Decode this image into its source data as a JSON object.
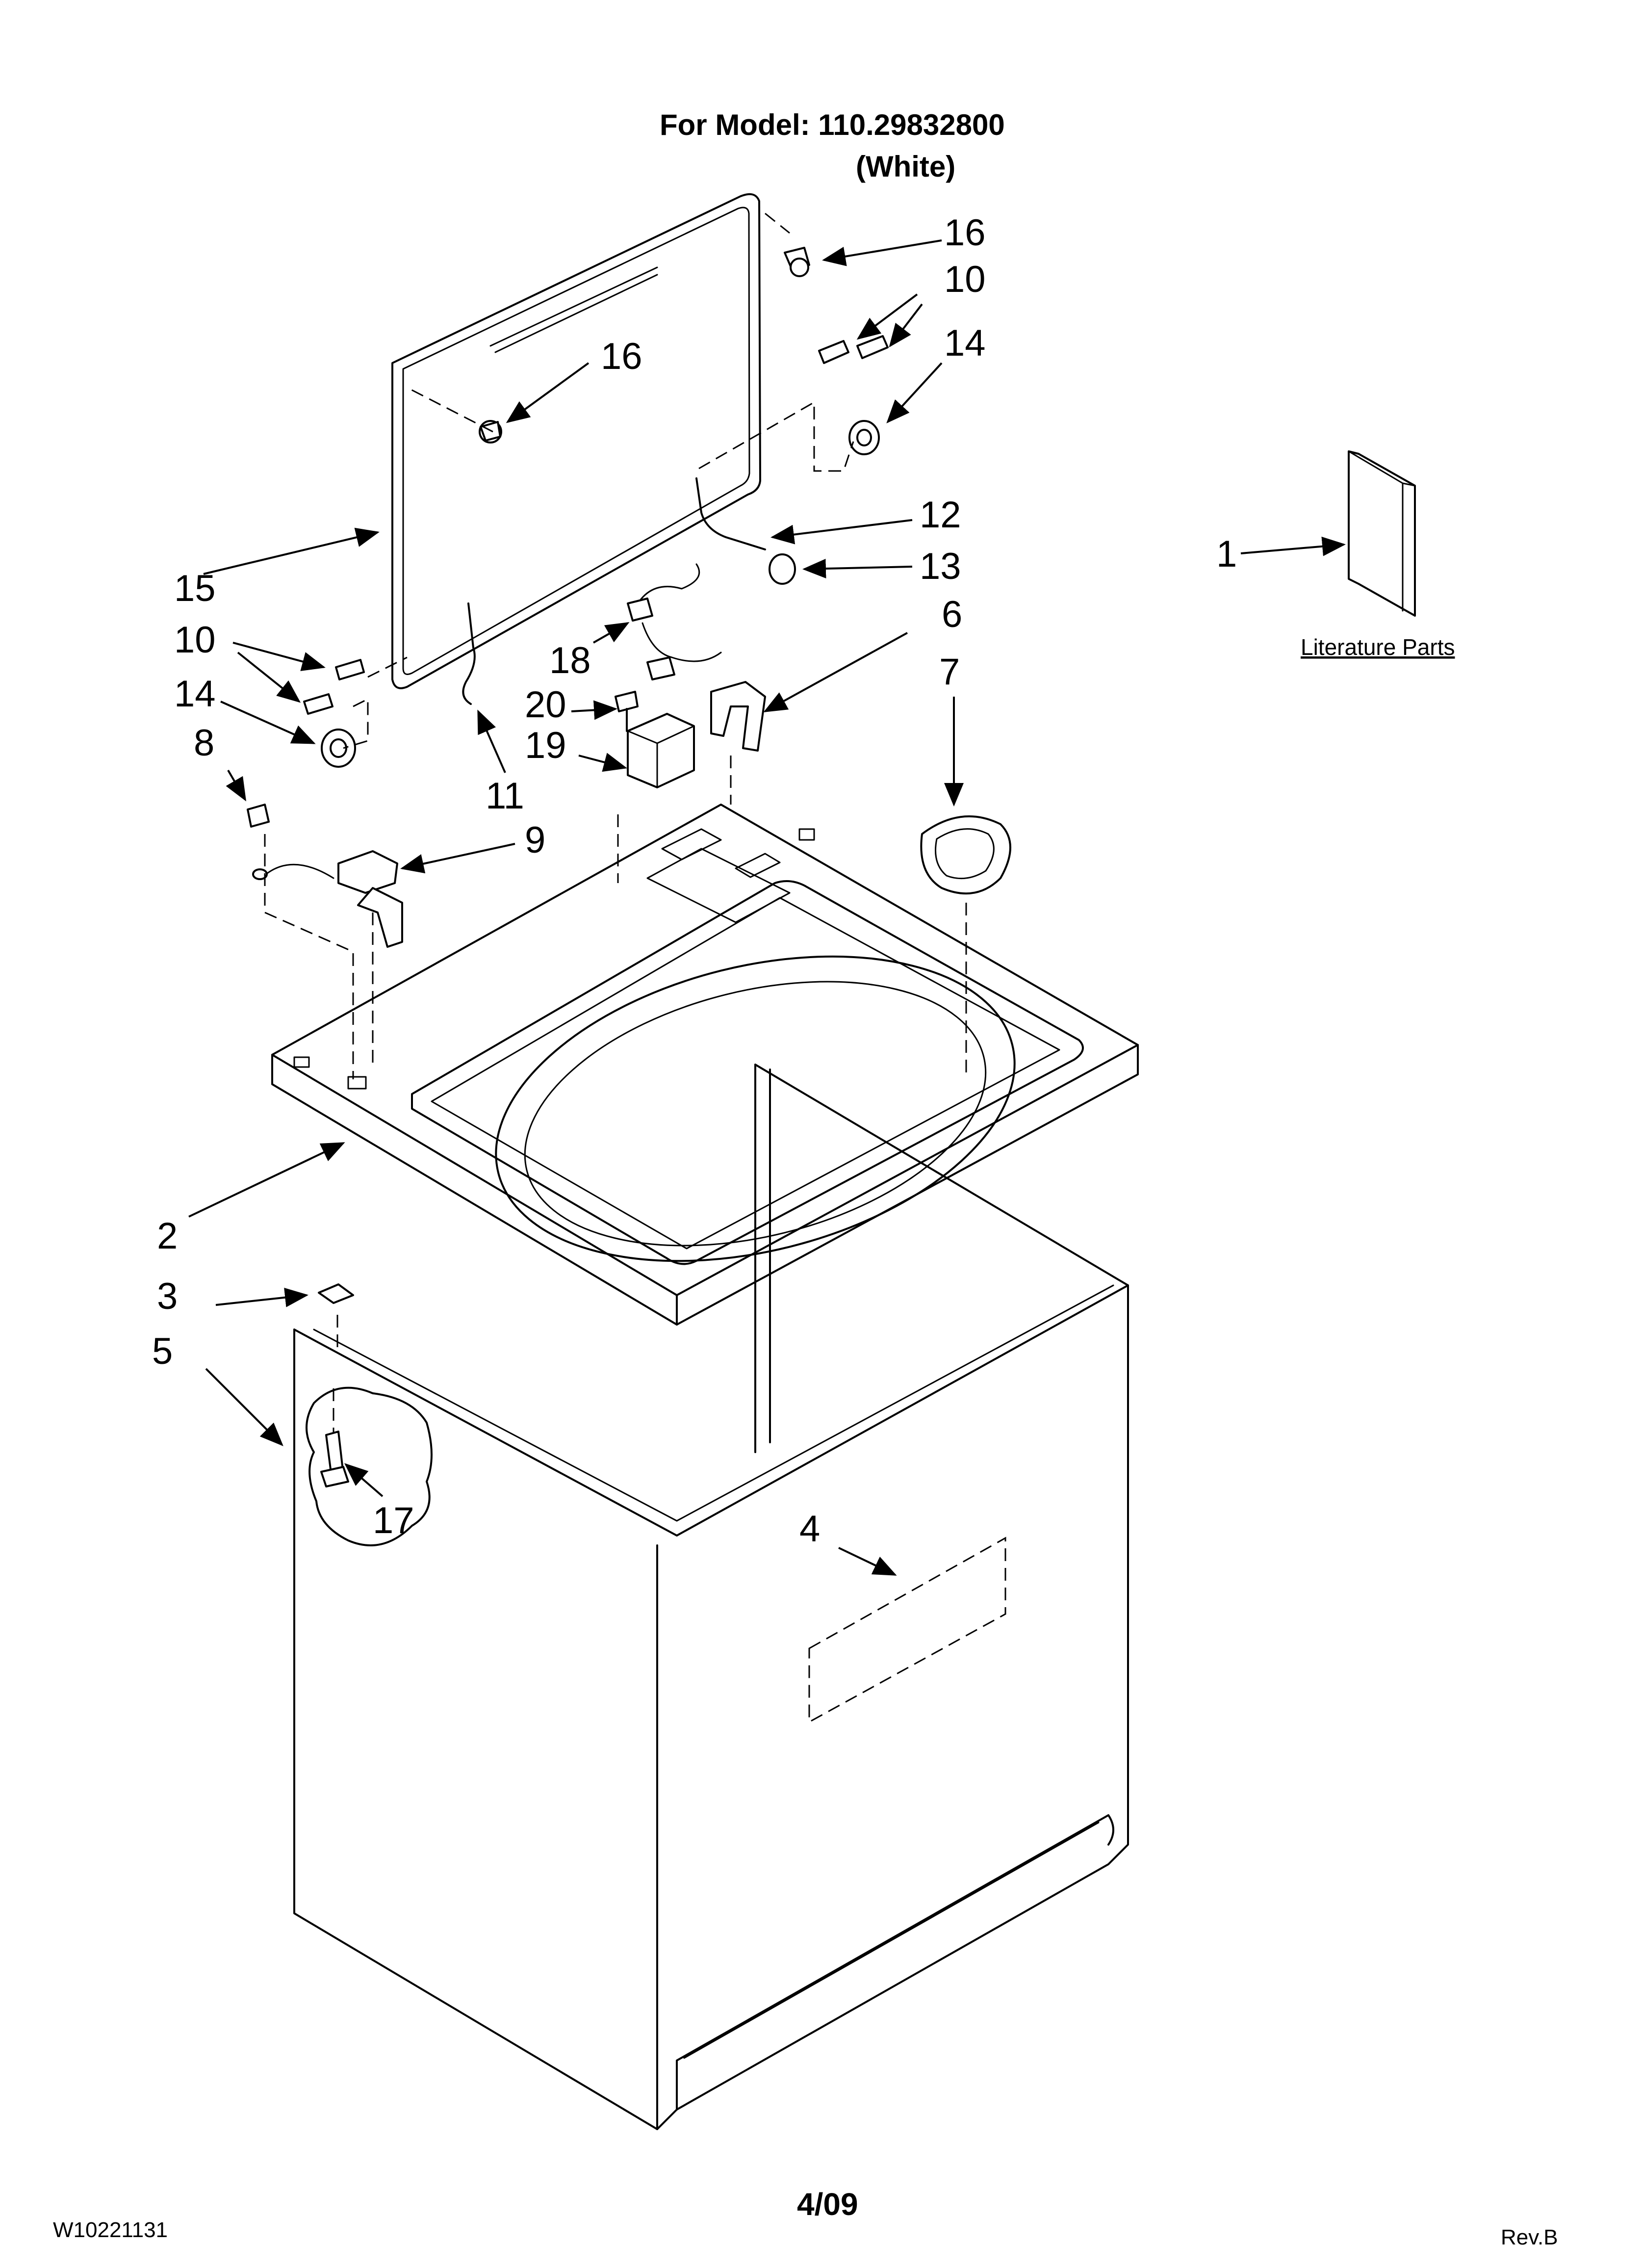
{
  "header": {
    "model_line": "For Model: 110.29832800",
    "color_line": "(White)"
  },
  "literature": {
    "label": "Literature Parts"
  },
  "callouts": {
    "c1": "1",
    "c2": "2",
    "c3": "3",
    "c4": "4",
    "c5": "5",
    "c6": "6",
    "c7": "7",
    "c8": "8",
    "c9": "9",
    "c10a": "10",
    "c10b": "10",
    "c11": "11",
    "c12": "12",
    "c13": "13",
    "c14a": "14",
    "c14b": "14",
    "c15": "15",
    "c16a": "16",
    "c16b": "16",
    "c17": "17",
    "c18": "18",
    "c19": "19",
    "c20": "20"
  },
  "footer": {
    "doc_number": "W10221131",
    "date": "4/09",
    "revision": "Rev.B"
  }
}
